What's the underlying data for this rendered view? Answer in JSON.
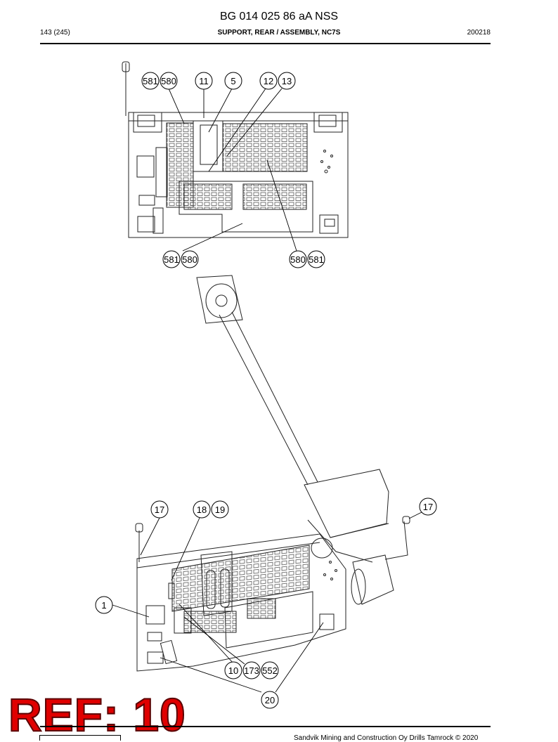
{
  "header": {
    "doc_code": "BG 014 025 86 aA NSS",
    "page": "143 (245)",
    "title": "SUPPORT, REAR / ASSEMBLY, NC7S",
    "date": "200218"
  },
  "callouts": {
    "c581a": "581",
    "c580a": "580",
    "c11": "11",
    "c5": "5",
    "c12": "12",
    "c13": "13",
    "c581b": "581",
    "c580b": "580",
    "c580c": "580",
    "c581c": "581",
    "c17a": "17",
    "c18": "18",
    "c19": "19",
    "c17b": "17",
    "c1": "1",
    "c10": "10",
    "c173": "173",
    "c552": "552",
    "c20": "20"
  },
  "ref_label": "REF: 10",
  "footer": {
    "copyright": "Sandvik Mining and Construction Oy Drills Tamrock © 2020"
  }
}
